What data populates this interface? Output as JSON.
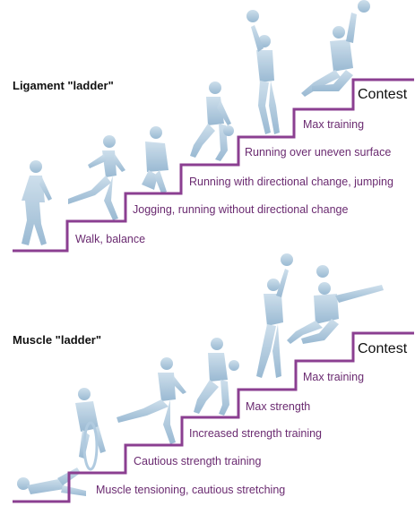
{
  "ligament": {
    "title": "Ligament \"ladder\"",
    "steps": [
      "Walk, balance",
      "Jogging, running without directional change",
      "Running with directional change, jumping",
      "Running over uneven surface",
      "Max training"
    ],
    "goal": "Contest"
  },
  "muscle": {
    "title": "Muscle \"ladder\"",
    "steps": [
      "Muscle tensioning, cautious stretching",
      "Cautious strength training",
      "Increased strength training",
      "Max strength",
      "Max training"
    ],
    "goal": "Contest"
  },
  "colors": {
    "stair_line": "#8b3f91",
    "label_text": "#6a2a70",
    "figure_fill": "#a9c6dd"
  }
}
